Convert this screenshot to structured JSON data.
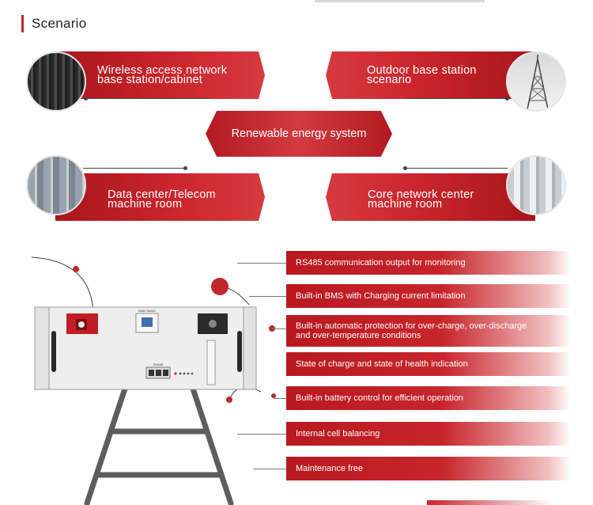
{
  "section": {
    "title": "Scenario",
    "accent_color": "#c1272d"
  },
  "scenarios": [
    {
      "label": "Wireless access network\nbase station/cabinet",
      "image": "server-cabinet-photo"
    },
    {
      "label": "Outdoor base station\nscenario",
      "image": "telecom-tower-photo"
    },
    {
      "label": "Renewable energy system"
    },
    {
      "label": "Data center/Telecom\nmachine room",
      "image": "data-center-photo"
    },
    {
      "label": "Core network center\nmachine room",
      "image": "core-network-photo"
    }
  ],
  "features": [
    "RS485 communication output for monitoring",
    "Built-in BMS with Charging current limitation",
    "Built-in automatic protection for over-charge, over-discharge\nand over-temperature conditions",
    "State of charge and state of health indication",
    "Built-in battery control for efficient operation",
    "Internal cell balancing",
    "Maintenance free"
  ],
  "product": {
    "breaker_label": "Main Switch",
    "port_label": "RS485"
  },
  "colors": {
    "brand_red": "#c1272d",
    "dark_red": "#a8161d"
  }
}
